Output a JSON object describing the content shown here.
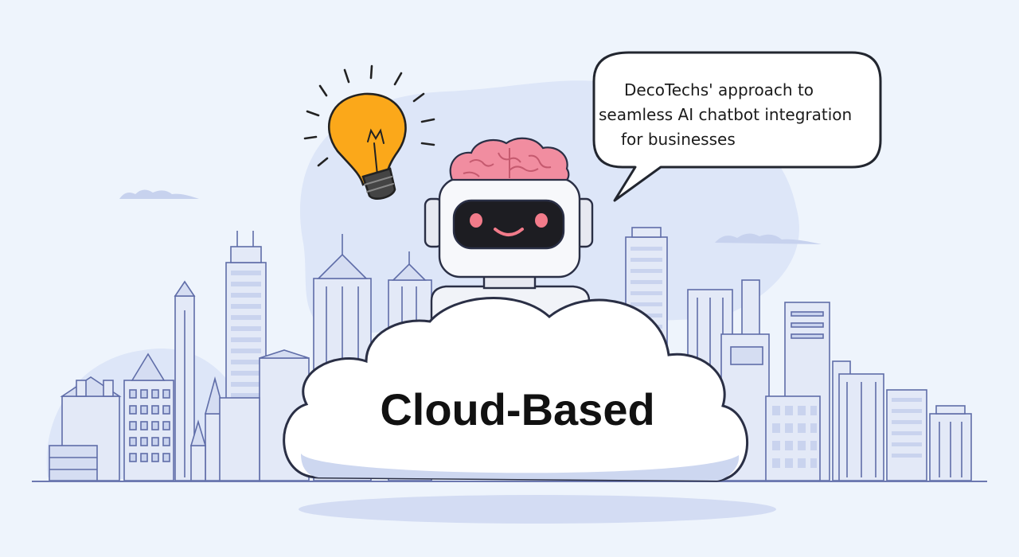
{
  "speech_bubble": {
    "lines": [
      "DecoTechs' approach to",
      "seamless AI chatbot integration",
      "for businesses"
    ]
  },
  "cloud": {
    "label": "Cloud-Based"
  },
  "icons": [
    "lightbulb-icon",
    "robot-icon",
    "brain-icon",
    "cloud-icon",
    "speech-bubble-icon",
    "city-skyline-icon"
  ],
  "colors": {
    "background": "#eef4fc",
    "blob": "#dde6f8",
    "outline": "#2a2f45",
    "building_fill": "#dfe6f6",
    "building_stroke": "#5f6da8",
    "bulb": "#fba81a",
    "brain": "#f18da0",
    "robot_face": "#1d1d22",
    "robot_eyes": "#f27b8a"
  }
}
